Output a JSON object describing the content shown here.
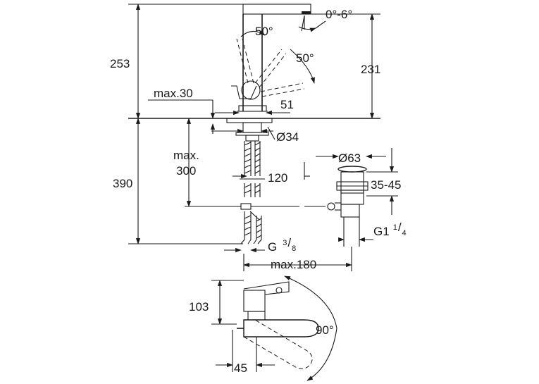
{
  "dimensions": {
    "height_total": "253",
    "height_spout": "231",
    "tilt": "0°-6°",
    "lever_up": "50°",
    "lever_side": "50°",
    "deck_max": "max.30",
    "base_width": "51",
    "hole_dia": "Ø34",
    "hose_max": "max.",
    "hose_max_value": "300",
    "hose_length": "390",
    "offset": "120",
    "waste_dia": "Ø63",
    "waste_range": "35-45",
    "waste_thread": "G1",
    "waste_thread_num": "1",
    "waste_thread_den": "4",
    "hose_thread": "G",
    "hose_thread_num": "3",
    "hose_thread_den": "8",
    "reach_max": "max.180",
    "plan_depth": "103",
    "plan_rotation": "90°",
    "plan_offset": "45"
  }
}
